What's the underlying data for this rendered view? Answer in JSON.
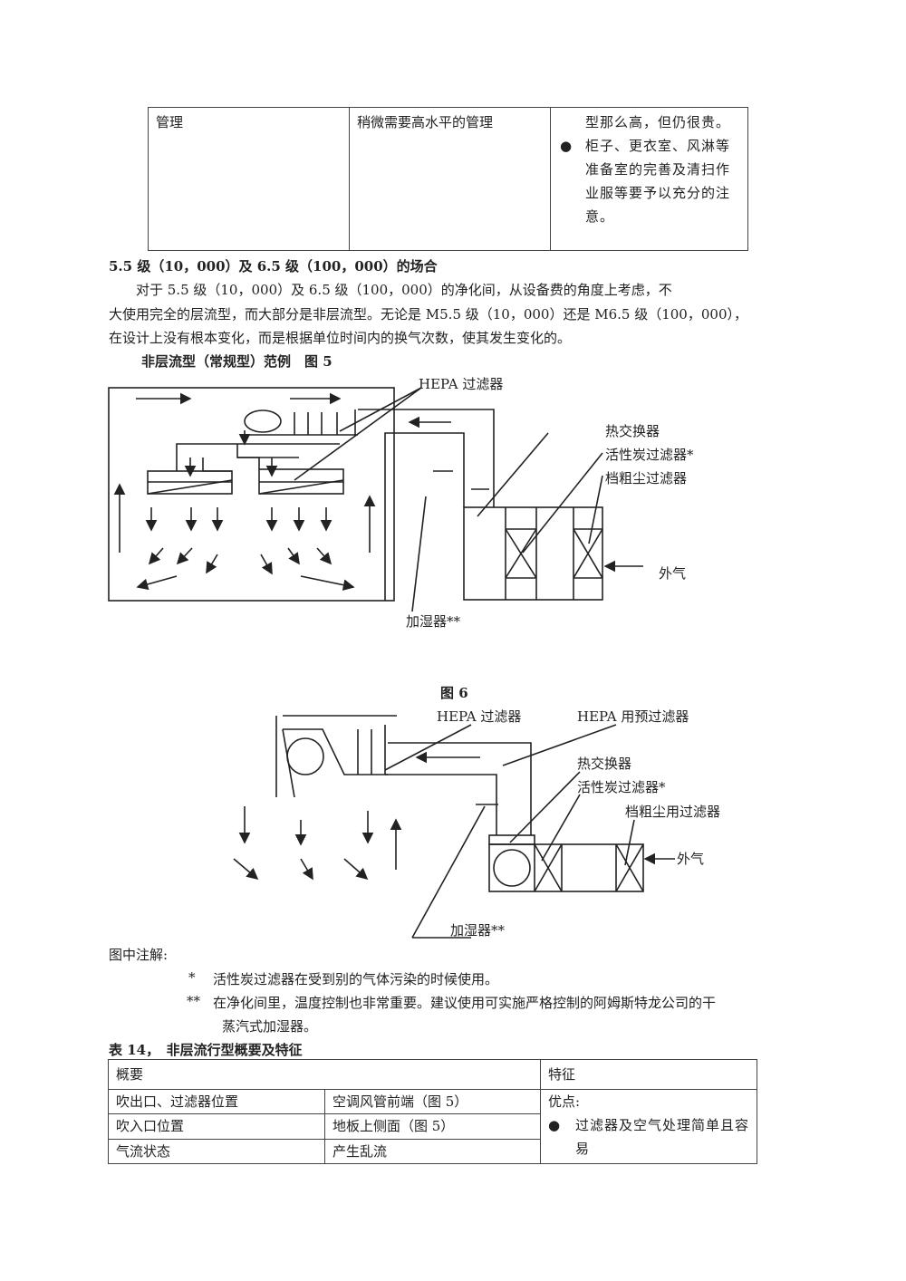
{
  "top_table": {
    "col1": "管理",
    "col2": "稍微需要高水平的管理",
    "col3_line": "型那么高，但仍很贵。",
    "col3_bullet": "柜子、更衣室、风淋等准备室的完善及清扫作业服等要予以充分的注意。"
  },
  "section": {
    "heading": "5.5 级（10，000）及 6.5 级（100，000）的场合",
    "para_line1": "对于 5.5 级（10，000）及 6.5 级（100，000）的净化间，从设备费的角度上考虑，不",
    "para_line2": "大使用完全的层流型，而大部分是非层流型。无论是 M5.5 级（10，000）还是 M6.5 级（100，000），",
    "para_line3": "在设计上没有根本变化，而是根据单位时间内的换气次数，使其发生变化的。",
    "fig5_title": "非层流型（常规型）范例　图 5"
  },
  "fig5": {
    "hepa": "HEPA 过滤器",
    "heat_exchanger": "热交换器",
    "carbon_filter": "活性炭过滤器*",
    "coarse_filter": "档粗尘过滤器",
    "outside_air": "外气",
    "humidifier": "加湿器**"
  },
  "fig6": {
    "title": "图 6",
    "hepa": "HEPA 过滤器",
    "hepa_pre": "HEPA 用预过滤器",
    "heat_exchanger": "热交换器",
    "carbon_filter": "活性炭过滤器*",
    "coarse_filter": "档粗尘用过滤器",
    "outside_air": "外气",
    "humidifier": "加湿器**"
  },
  "notes": {
    "title": "图中注解:",
    "n1_mark": "*",
    "n1": "活性炭过滤器在受到别的气体污染的时候使用。",
    "n2_mark": "**",
    "n2_line1": "在净化间里，温度控制也非常重要。建议使用可实施严格控制的阿姆斯特龙公司的干",
    "n2_line2": "蒸汽式加湿器。"
  },
  "table14": {
    "caption": "表 14，　非层流行型概要及特征",
    "header_summary": "概要",
    "header_feature": "特征",
    "rows": [
      {
        "item": "吹出口、过滤器位置",
        "value": "空调风管前端（图 5）"
      },
      {
        "item": "吹入口位置",
        "value": "地板上侧面（图 5）"
      },
      {
        "item": "气流状态",
        "value": "产生乱流"
      }
    ],
    "feature_title": "优点:",
    "feature_bullet": "过滤器及空气处理简单且容易"
  }
}
